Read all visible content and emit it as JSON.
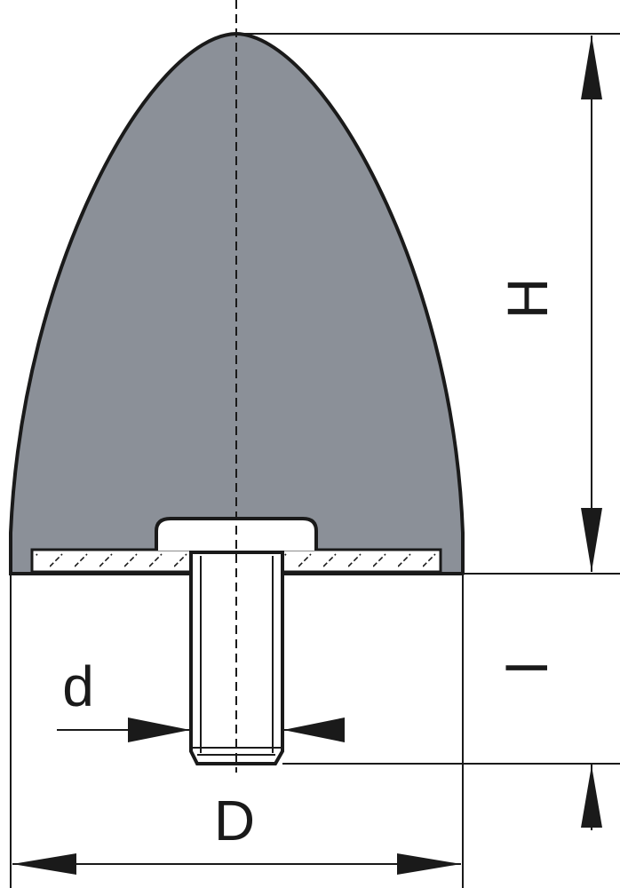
{
  "labels": {
    "height": "H",
    "thread_length": "l",
    "thread_diameter": "d",
    "base_diameter": "D"
  },
  "colors": {
    "rubber_body": "#8b9098",
    "outline": "#1a1a1a",
    "background": "#ffffff",
    "plate_fill": "#ffffff"
  }
}
